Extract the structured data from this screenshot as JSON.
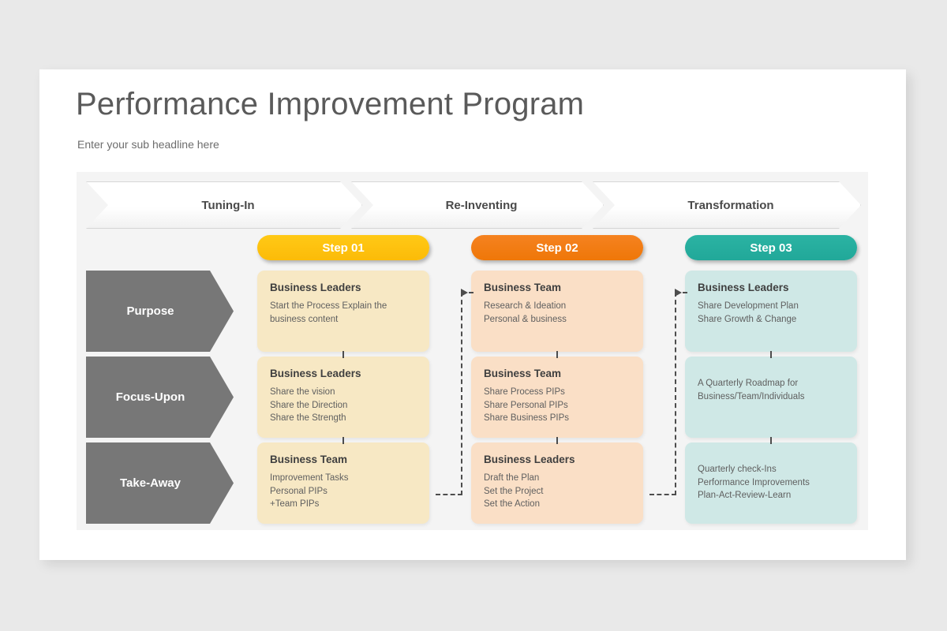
{
  "slide": {
    "title": "Performance Improvement Program",
    "subtitle": "Enter your sub headline here"
  },
  "phases": [
    {
      "label": "Tuning-In"
    },
    {
      "label": "Re-Inventing"
    },
    {
      "label": "Transformation"
    }
  ],
  "steps": [
    {
      "label": "Step 01",
      "color": "#ffc916"
    },
    {
      "label": "Step 02",
      "color": "#f58220"
    },
    {
      "label": "Step 03",
      "color": "#2bb3a3"
    }
  ],
  "row_labels": [
    {
      "label": "Purpose"
    },
    {
      "label": "Focus-Upon"
    },
    {
      "label": "Take-Away"
    }
  ],
  "columns": [
    {
      "fill": "#f7e8c4",
      "cards": [
        {
          "heading": "Business Leaders",
          "body": "Start the Process Explain the business content"
        },
        {
          "heading": "Business Leaders",
          "body": "Share the vision\nShare the Direction\nShare the Strength"
        },
        {
          "heading": "Business Team",
          "body": "Improvement Tasks\nPersonal PIPs\n+Team PIPs"
        }
      ]
    },
    {
      "fill": "#fadfc6",
      "cards": [
        {
          "heading": "Business Team",
          "body": "Research & Ideation\nPersonal & business"
        },
        {
          "heading": "Business Team",
          "body": "Share Process PIPs\nShare Personal PIPs\nShare Business PIPs"
        },
        {
          "heading": "Business Leaders",
          "body": "Draft the Plan\nSet the Project\nSet the Action"
        }
      ]
    },
    {
      "fill": "#cfe8e6",
      "cards": [
        {
          "heading": "Business Leaders",
          "body": "Share Development Plan\nShare Growth & Change"
        },
        {
          "heading": "",
          "body": "A Quarterly Roadmap for\nBusiness/Team/Individuals"
        },
        {
          "heading": "",
          "body": "Quarterly check-Ins\nPerformance Improvements\nPlan-Act-Review-Learn"
        }
      ]
    }
  ]
}
